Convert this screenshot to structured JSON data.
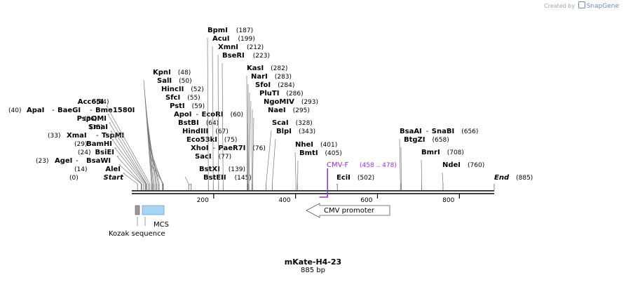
{
  "watermark": {
    "prefix": "Created by",
    "brand": "SnapGene"
  },
  "title": {
    "name": "mKate-H4-23",
    "length": "885 bp"
  },
  "axis": {
    "ticks": [
      "200",
      "400",
      "600",
      "800"
    ]
  },
  "colors": {
    "backbone": "#000000",
    "primer": "#9b30d0",
    "feature_fill": "#a8d4f5",
    "feature_edge": "#5a87b0",
    "kozak_fill": "#999999"
  },
  "sites": [
    {
      "name": "Start",
      "pos": "(0)",
      "italic": true
    },
    {
      "name": "AleI",
      "pos": "(14)"
    },
    {
      "name": "AgeI",
      "pos": "(23)",
      "name2": "BsaWI"
    },
    {
      "name": "BsiEI",
      "pos": "(24)"
    },
    {
      "name": "BamHI",
      "pos": "(29)"
    },
    {
      "name": "XmaI",
      "pos": "(33)",
      "name2": "TspMI"
    },
    {
      "name": "SmaI",
      "pos": "(35)"
    },
    {
      "name": "PspOMI",
      "pos": "(36)"
    },
    {
      "name": "ApaI",
      "pos": "(40)",
      "name2": "BaeGI",
      "name3": "Bme1580I"
    },
    {
      "name": "Acc65I",
      "pos": "(44)"
    },
    {
      "name": "KpnI",
      "pos": "(48)"
    },
    {
      "name": "SalI",
      "pos": "(50)"
    },
    {
      "name": "HincII",
      "pos": "(52)"
    },
    {
      "name": "SfcI",
      "pos": "(55)"
    },
    {
      "name": "PstI",
      "pos": "(59)"
    },
    {
      "name": "ApoI",
      "pos": "(60)",
      "name2": "EcoRI"
    },
    {
      "name": "BstBI",
      "pos": "(64)"
    },
    {
      "name": "HindIII",
      "pos": "(67)"
    },
    {
      "name": "Eco53kI",
      "pos": "(75)"
    },
    {
      "name": "XhoI",
      "pos": "(76)",
      "name2": "PaeR7I"
    },
    {
      "name": "SacI",
      "pos": "(77)"
    },
    {
      "name": "BstXI",
      "pos": "(139)"
    },
    {
      "name": "BstEII",
      "pos": "(145)"
    },
    {
      "name": "BpmI",
      "pos": "(187)"
    },
    {
      "name": "AcuI",
      "pos": "(199)"
    },
    {
      "name": "XmnI",
      "pos": "(212)"
    },
    {
      "name": "BseRI",
      "pos": "(223)"
    },
    {
      "name": "KasI",
      "pos": "(282)"
    },
    {
      "name": "NarI",
      "pos": "(283)"
    },
    {
      "name": "SfoI",
      "pos": "(284)"
    },
    {
      "name": "PluTI",
      "pos": "(286)"
    },
    {
      "name": "NgoMIV",
      "pos": "(293)"
    },
    {
      "name": "NaeI",
      "pos": "(295)"
    },
    {
      "name": "ScaI",
      "pos": "(328)"
    },
    {
      "name": "BlpI",
      "pos": "(343)"
    },
    {
      "name": "NheI",
      "pos": "(401)"
    },
    {
      "name": "BmtI",
      "pos": "(405)"
    },
    {
      "name": "EciI",
      "pos": "(502)"
    },
    {
      "name": "BsaAI",
      "pos": "(656)",
      "name2": "SnaBI"
    },
    {
      "name": "BtgZI",
      "pos": "(658)"
    },
    {
      "name": "BmrI",
      "pos": "(708)"
    },
    {
      "name": "NdeI",
      "pos": "(760)"
    },
    {
      "name": "End",
      "pos": "(885)",
      "italic": true
    }
  ],
  "primer": {
    "name": "CMV-F",
    "range": "(458 .. 478)"
  },
  "features": {
    "promoter": "CMV promoter",
    "mcs": "MCS",
    "kozak": "Kozak sequence"
  }
}
